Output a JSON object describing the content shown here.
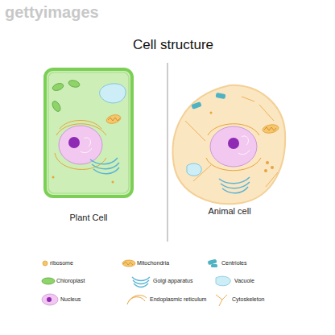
{
  "diagram": {
    "title": "Cell structure",
    "nodes": [
      {
        "text": [
          "Plant Cell"
        ]
      },
      {
        "text": [
          "Animal cell"
        ]
      }
    ],
    "labels": [
      "gettyimages"
    ],
    "legend": [
      {
        "text": "ribosome"
      },
      {
        "text": "Mitochondria"
      },
      {
        "text": "Centrioles"
      },
      {
        "text": "Chloroplast"
      },
      {
        "text": "Golgi apparatus"
      },
      {
        "text": "Vacuole"
      },
      {
        "text": "Nucleus"
      },
      {
        "text": "Endoplasmic reticulum"
      },
      {
        "text": "Cytoskeleton"
      }
    ]
  }
}
